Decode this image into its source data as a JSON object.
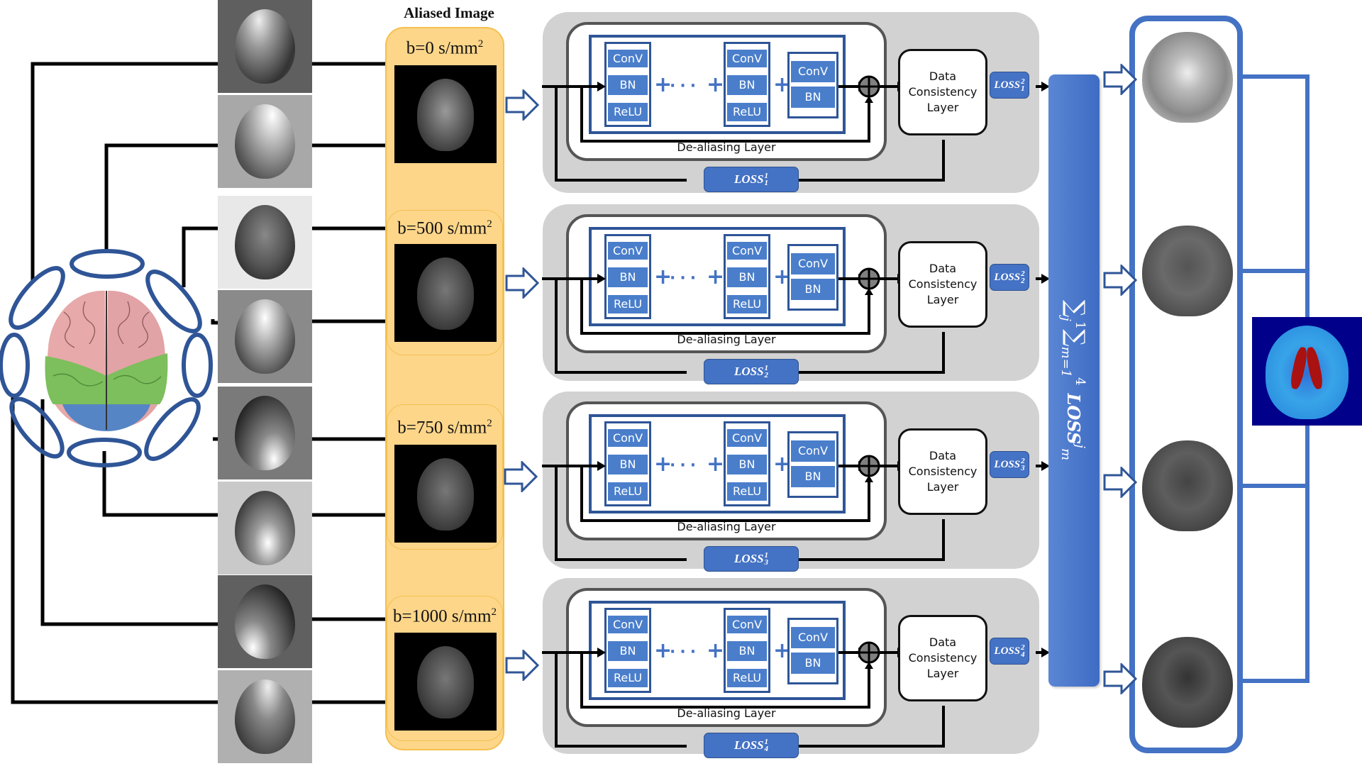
{
  "figure": {
    "aliased_column_title": "Aliased Image",
    "rows": [
      {
        "b_value": "b=0 s/mm",
        "b_sup": "2",
        "dealias_label": "De-aliasing Layer",
        "dc_label": [
          "Data",
          "Consistency",
          "Layer"
        ],
        "loss_inner": {
          "base": "LOSS",
          "sup": "1",
          "sub": "1"
        },
        "loss_outer": {
          "base": "LOSS",
          "sup": "2",
          "sub": "1"
        }
      },
      {
        "b_value": "b=500 s/mm",
        "b_sup": "2",
        "dealias_label": "De-aliasing Layer",
        "dc_label": [
          "Data",
          "Consistency",
          "Layer"
        ],
        "loss_inner": {
          "base": "LOSS",
          "sup": "1",
          "sub": "2"
        },
        "loss_outer": {
          "base": "LOSS",
          "sup": "2",
          "sub": "2"
        }
      },
      {
        "b_value": "b=750 s/mm",
        "b_sup": "2",
        "dealias_label": "De-aliasing Layer",
        "dc_label": [
          "Data",
          "Consistency",
          "Layer"
        ],
        "loss_inner": {
          "base": "LOSS",
          "sup": "1",
          "sub": "3"
        },
        "loss_outer": {
          "base": "LOSS",
          "sup": "2",
          "sub": "3"
        }
      },
      {
        "b_value": "b=1000 s/mm",
        "b_sup": "2",
        "dealias_label": "De-aliasing Layer",
        "dc_label": [
          "Data",
          "Consistency",
          "Layer"
        ],
        "loss_inner": {
          "base": "LOSS",
          "sup": "1",
          "sub": "4"
        },
        "loss_outer": {
          "base": "LOSS",
          "sup": "2",
          "sub": "4"
        }
      }
    ],
    "block_labels": {
      "conv": "ConV",
      "bn": "BN",
      "relu": "ReLU",
      "plus": "+",
      "dots": "···"
    },
    "sum_formula": {
      "sigma": "∑",
      "j": "j",
      "top1": "1",
      "m_eq": "m=1",
      "top2": "4",
      "loss": "LOSS",
      "loss_sup": "j",
      "loss_sub": "m"
    },
    "coil_count": 8,
    "colors": {
      "accent_blue": "#4472c4",
      "panel_gray": "#d2d2d2",
      "orange": "#fdd68a",
      "coil_blue": "#2f5597"
    }
  }
}
